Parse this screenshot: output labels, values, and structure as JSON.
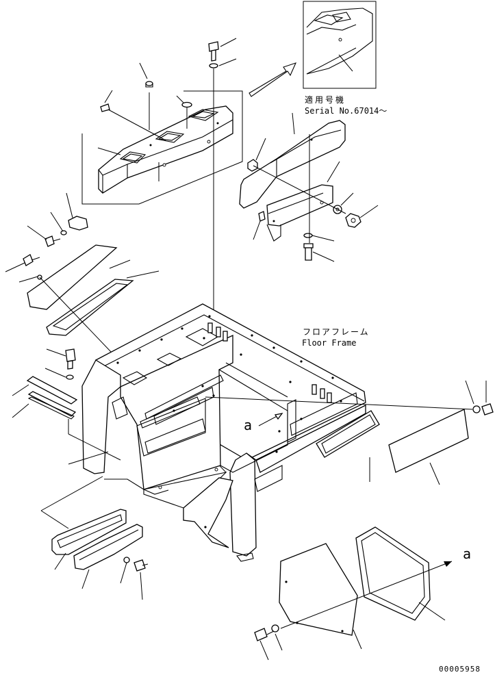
{
  "inset": {
    "applicable_label": "適用号機",
    "serial_label": "Serial No.67014～"
  },
  "floor_frame": {
    "label_jp": "フロアフレーム",
    "label_en": "Floor Frame"
  },
  "markers": {
    "a_left": "a",
    "a_right": "a"
  },
  "drawing_number": "00005958"
}
